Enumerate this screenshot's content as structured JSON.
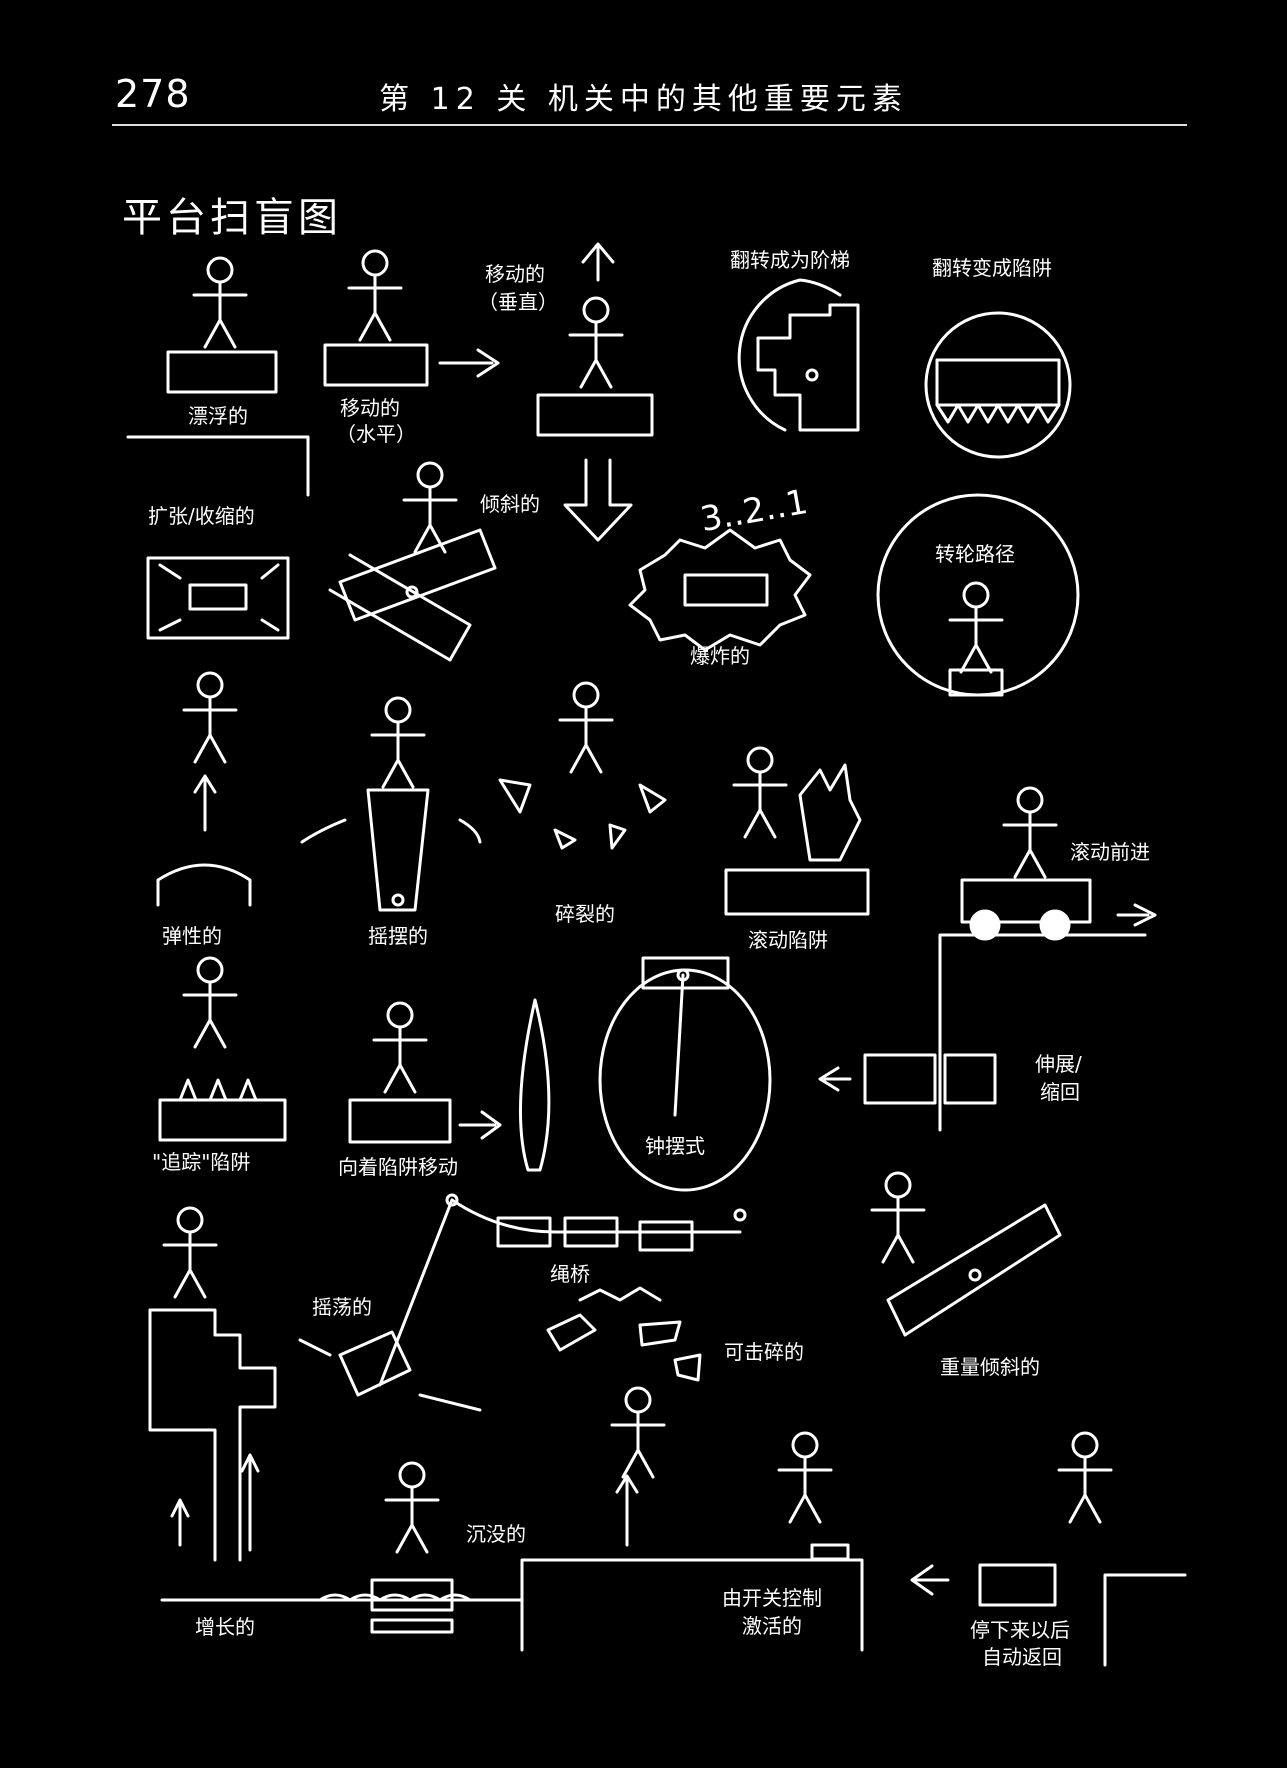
{
  "header": {
    "page_number": "278",
    "chapter_title": "第 12 关   机关中的其他重要元素"
  },
  "section_title": "平台扫盲图",
  "labels": {
    "floating": "漂浮的",
    "moving_h": "移动的",
    "moving_h_sub": "（水平）",
    "moving_v": "移动的",
    "moving_v_sub": "（垂直）",
    "flip_stairs": "翻转成为阶梯",
    "flip_trap": "翻转变成陷阱",
    "expand": "扩张/收缩的",
    "tilting": "倾斜的",
    "countdown": "3..2..1",
    "exploding": "爆炸的",
    "wheel_path": "转轮路径",
    "bouncy": "弹性的",
    "swaying": "摇摆的",
    "crumbling": "碎裂的",
    "rolling_trap": "滚动陷阱",
    "rolling_forward": "滚动前进",
    "homing_trap": "\"追踪\"陷阱",
    "toward_trap": "向着陷阱移动",
    "pendulum": "钟摆式",
    "extend_1": "伸展/",
    "extend_2": "缩回",
    "rope_bridge": "绳桥",
    "swinging": "摇荡的",
    "breakable": "可击碎的",
    "weight_tilt": "重量倾斜的",
    "growing": "增长的",
    "sinking": "沉没的",
    "switch_1": "由开关控制",
    "switch_2": "激活的",
    "return_1": "停下来以后",
    "return_2": "自动返回"
  }
}
